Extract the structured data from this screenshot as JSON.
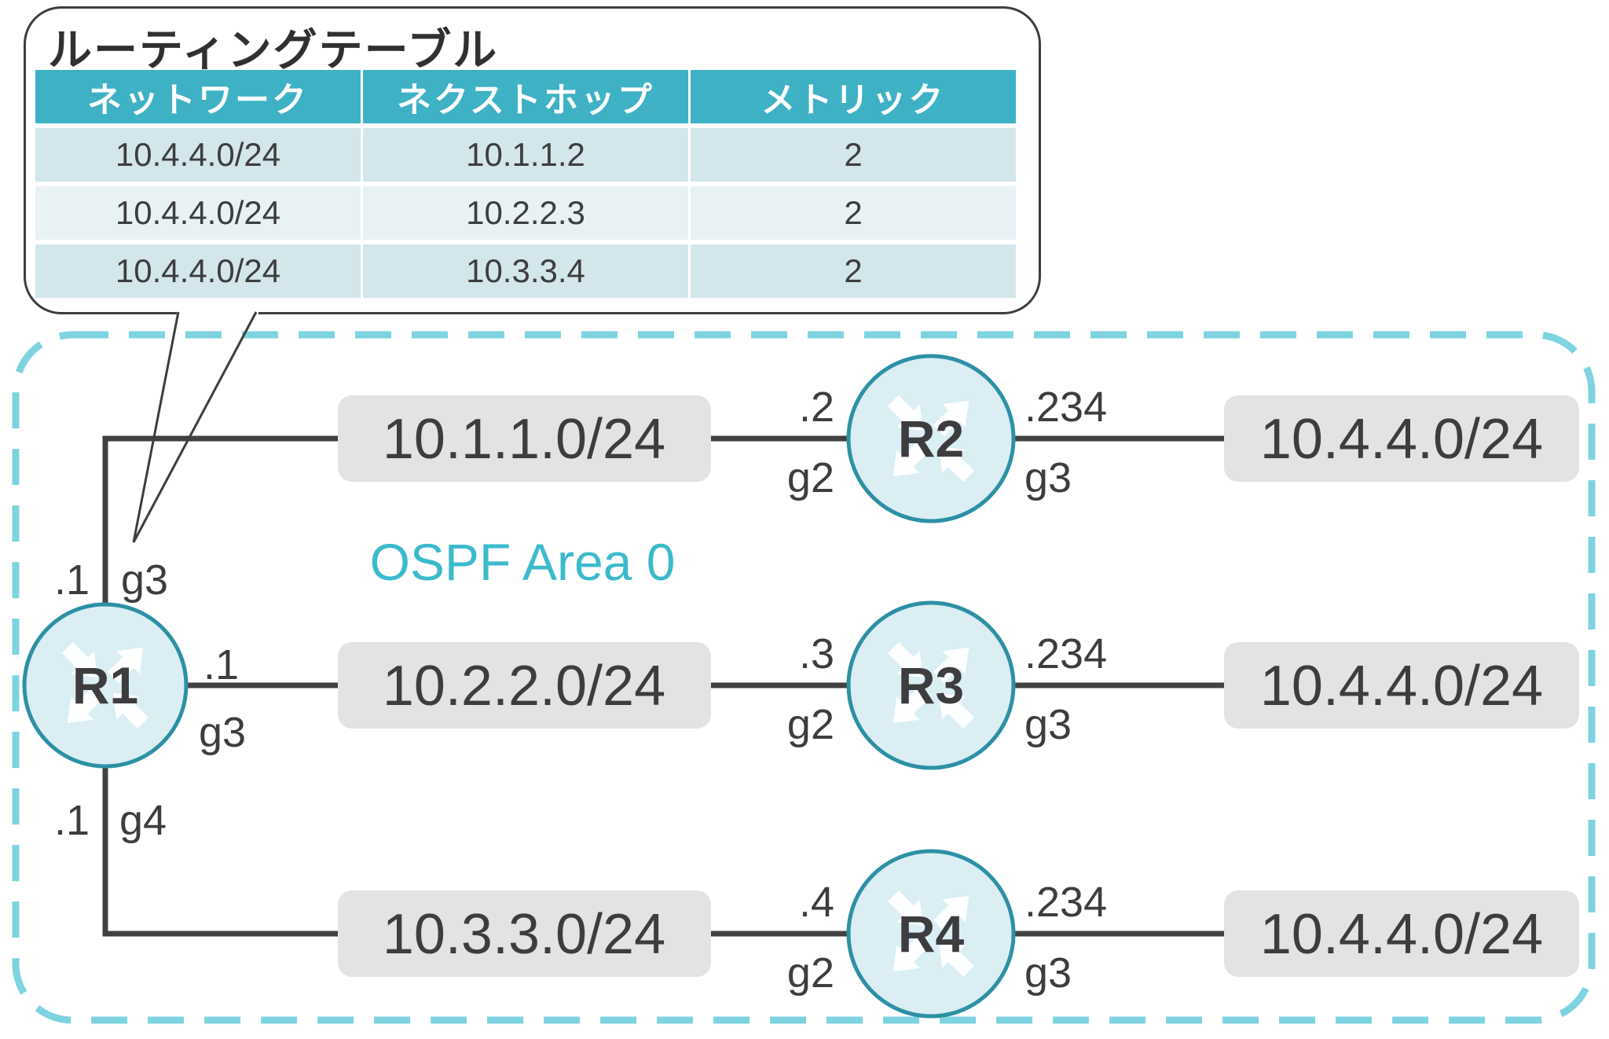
{
  "callout": {
    "title": "ルーティングテーブル",
    "table": {
      "headers": [
        "ネットワーク",
        "ネクストホップ",
        "メトリック"
      ],
      "rows": [
        [
          "10.4.4.0/24",
          "10.1.1.2",
          "2"
        ],
        [
          "10.4.4.0/24",
          "10.2.2.3",
          "2"
        ],
        [
          "10.4.4.0/24",
          "10.3.3.4",
          "2"
        ]
      ]
    }
  },
  "diagram": {
    "area_label": "OSPF Area 0",
    "routers": [
      "R1",
      "R2",
      "R3",
      "R4"
    ],
    "networks": {
      "left": [
        "10.1.1.0/24",
        "10.2.2.0/24",
        "10.3.3.0/24"
      ],
      "right": [
        "10.4.4.0/24",
        "10.4.4.0/24",
        "10.4.4.0/24"
      ]
    },
    "interfaces": {
      "r1_up": {
        "addr": ".1",
        "port": "g3"
      },
      "r1_mid": {
        "addr": ".1",
        "port": "g3"
      },
      "r1_down": {
        "addr": ".1",
        "port": "g4"
      },
      "r2_left": {
        "addr": ".2",
        "port": "g2"
      },
      "r2_right": {
        "addr": ".234",
        "port": "g3"
      },
      "r3_left": {
        "addr": ".3",
        "port": "g2"
      },
      "r3_right": {
        "addr": ".234",
        "port": "g3"
      },
      "r4_left": {
        "addr": ".4",
        "port": "g2"
      },
      "r4_right": {
        "addr": ".234",
        "port": "g3"
      }
    }
  },
  "colors": {
    "table_header": "#3eb2c4",
    "row_dark": "#d3e6ec",
    "row_light": "#e8f2f5",
    "dashed_border": "#7ed3e0",
    "area_label_text": "#3cbacd",
    "router_fill": "#daeef4",
    "router_stroke": "#2d90a5",
    "network_box": "#e3e3e3",
    "link_line": "#404040"
  }
}
